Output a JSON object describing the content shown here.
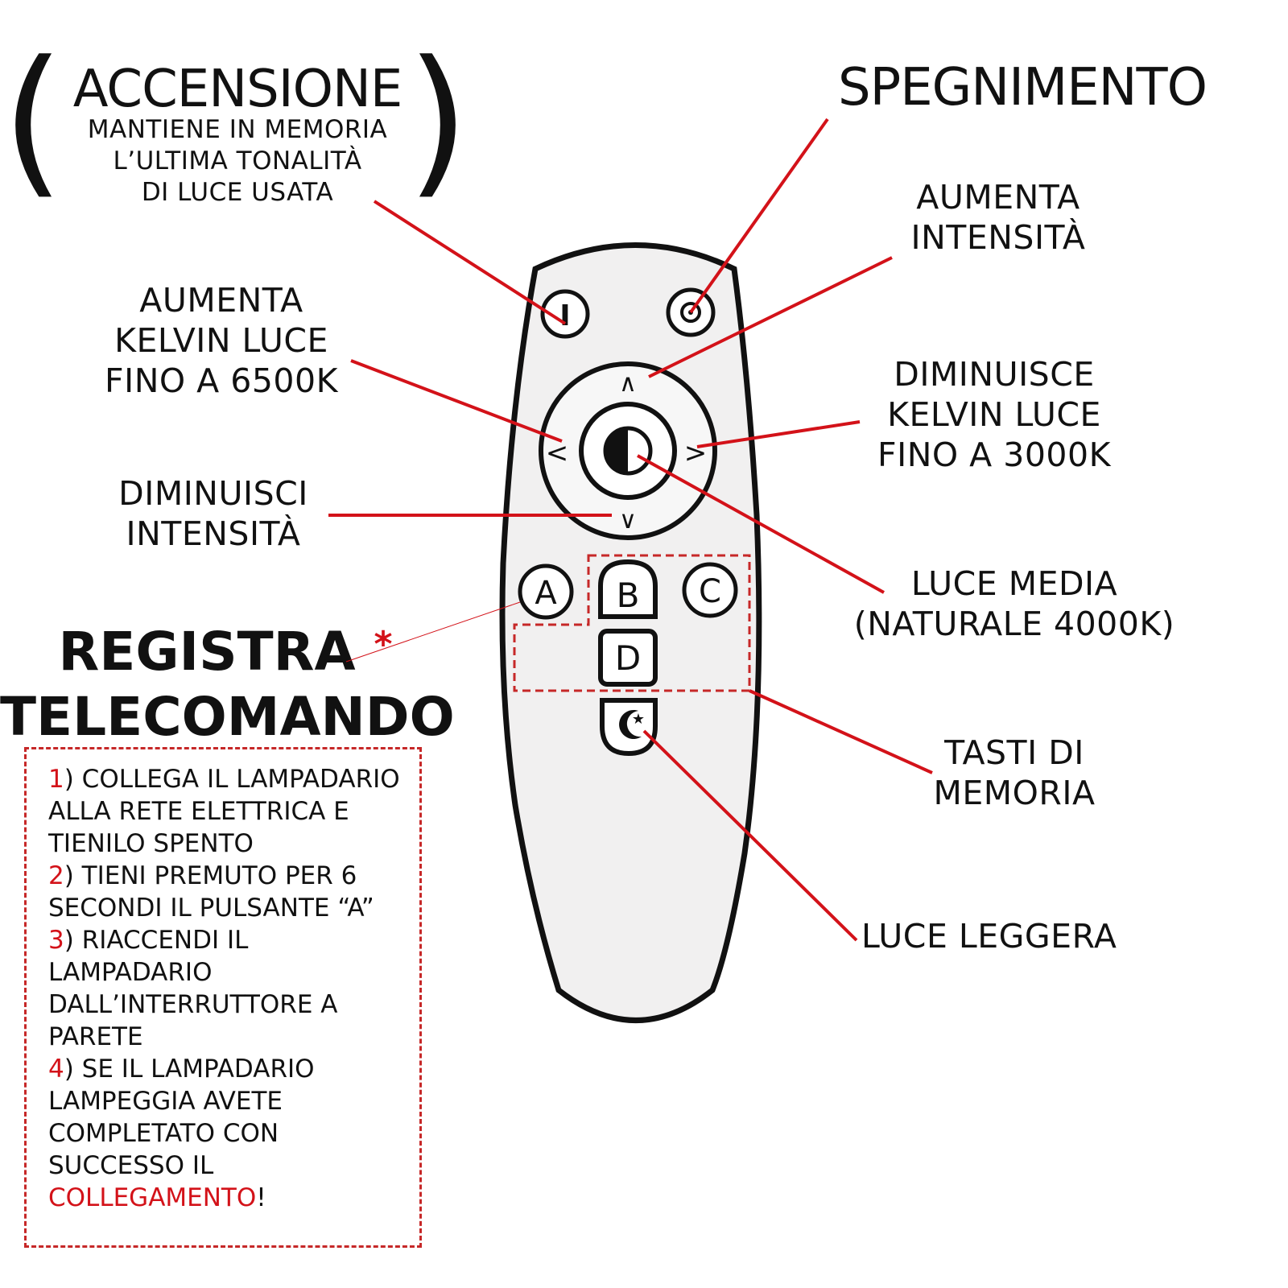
{
  "colors": {
    "accent_red": "#d31219",
    "ink": "#111111",
    "remote_body": "#f1f0f0",
    "dashed_box": "#c62828"
  },
  "accensione": {
    "title": "ACCENSIONE",
    "subtitle": [
      "MANTIENE IN MEMORIA",
      "L’ULTIMA TONALITÀ",
      "DI LUCE USATA"
    ],
    "paren_left": "(",
    "paren_right": ")"
  },
  "spegnimento": {
    "title": "SPEGNIMENTO"
  },
  "labels": {
    "aumenta_intensita": [
      "AUMENTA",
      "INTENSITÀ"
    ],
    "aumenta_kelvin": [
      "AUMENTA",
      "KELVIN LUCE",
      "FINO A 6500K"
    ],
    "diminuisce_kelvin": [
      "DIMINUISCE",
      "KELVIN LUCE",
      "FINO A 3000K"
    ],
    "diminuisci_intensita": [
      "DIMINUISCI",
      "INTENSITÀ"
    ],
    "luce_media": [
      "LUCE MEDIA",
      "(NATURALE 4000K)"
    ],
    "tasti_memoria": [
      "TASTI DI",
      "MEMORIA"
    ],
    "luce_leggera": "LUCE LEGGERA"
  },
  "registra": {
    "line1": "REGISTRA",
    "star": "*",
    "line2": "TELECOMANDO"
  },
  "steps": [
    {
      "num": "1",
      "text": ") COLLEGA IL LAMPADARIO ALLA RETE ELETTRICA E TIENILO SPENTO"
    },
    {
      "num": "2",
      "text": ") TIENI PREMUTO PER 6 SECONDI IL PULSANTE “A”"
    },
    {
      "num": "3",
      "text": ") RIACCENDI IL LAMPADARIO DALL’INTERRUTTORE A PARETE"
    },
    {
      "num": "4",
      "text": ") SE IL LAMPADARIO LAMPEGGIA AVETE COMPLETATO CON SUCCESSO IL ",
      "highlight": "COLLEGAMENTO",
      "end": "!"
    }
  ],
  "remote": {
    "buttons": {
      "power_on": "I",
      "power_off": "⊚",
      "up": "∧",
      "down": "∨",
      "left": "<",
      "right": ">",
      "a": "A",
      "b": "B",
      "c": "C",
      "d": "D",
      "night": "☾★"
    },
    "icons": {
      "center": "half-circle-icon",
      "night": "moon-star-icon",
      "power_off": "target-icon"
    }
  }
}
